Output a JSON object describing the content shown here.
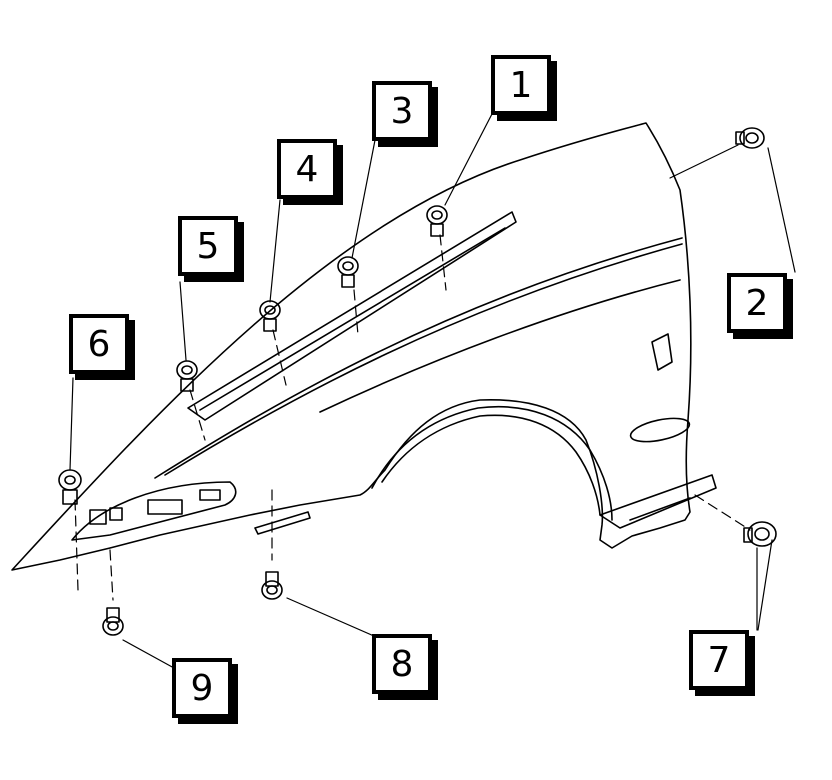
{
  "callouts": [
    {
      "id": 1,
      "label": "1"
    },
    {
      "id": 2,
      "label": "2"
    },
    {
      "id": 3,
      "label": "3"
    },
    {
      "id": 4,
      "label": "4"
    },
    {
      "id": 5,
      "label": "5"
    },
    {
      "id": 6,
      "label": "6"
    },
    {
      "id": 7,
      "label": "7"
    },
    {
      "id": 8,
      "label": "8"
    },
    {
      "id": 9,
      "label": "9"
    }
  ],
  "colors": {
    "line": "#000000",
    "background": "#ffffff"
  }
}
